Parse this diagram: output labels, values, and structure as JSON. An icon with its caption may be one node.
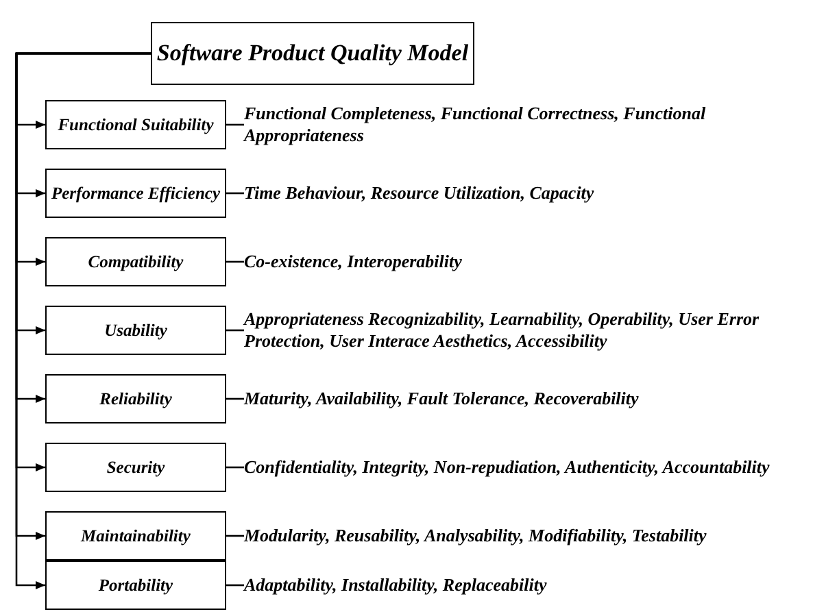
{
  "diagram": {
    "nodes": [
      {
        "text": [
          "Software Product Quality Model"
        ]
      },
      {
        "text": [
          "Functional Suitability"
        ]
      },
      {
        "text": [
          "Functional Completeness, Functional Correctness, Functional Appropriateness"
        ]
      },
      {
        "text": [
          "Performance Efficiency"
        ]
      },
      {
        "text": [
          "Time Behaviour, Resource Utilization, Capacity"
        ]
      },
      {
        "text": [
          "Compatibility"
        ]
      },
      {
        "text": [
          "Co-existence, Interoperability"
        ]
      },
      {
        "text": [
          "Usability"
        ]
      },
      {
        "text": [
          "Appropriateness Recognizability, Learnability, Operability, User Error Protection, User Interace Aesthetics, Accessibility"
        ]
      },
      {
        "text": [
          "Reliability"
        ]
      },
      {
        "text": [
          "Maturity, Availability, Fault Tolerance, Recoverability"
        ]
      },
      {
        "text": [
          "Security"
        ]
      },
      {
        "text": [
          "Confidentiality, Integrity, Non-repudiation, Authenticity, Accountability"
        ]
      },
      {
        "text": [
          "Maintainability"
        ]
      },
      {
        "text": [
          "Modularity, Reusability, Analysability, Modifiability, Testability"
        ]
      },
      {
        "text": [
          "Portability"
        ]
      },
      {
        "text": [
          "Adaptability, Installability, Replaceability"
        ]
      }
    ],
    "edges": [
      {
        "from": 0,
        "to": 1,
        "arrow": "to"
      },
      {
        "from": 1,
        "to": 2,
        "arrow": "none"
      },
      {
        "from": 0,
        "to": 3,
        "arrow": "to"
      },
      {
        "from": 3,
        "to": 4,
        "arrow": "none"
      },
      {
        "from": 0,
        "to": 5,
        "arrow": "to"
      },
      {
        "from": 5,
        "to": 6,
        "arrow": "none"
      },
      {
        "from": 0,
        "to": 7,
        "arrow": "to"
      },
      {
        "from": 7,
        "to": 8,
        "arrow": "none"
      },
      {
        "from": 0,
        "to": 9,
        "arrow": "to"
      },
      {
        "from": 9,
        "to": 10,
        "arrow": "none"
      },
      {
        "from": 0,
        "to": 11,
        "arrow": "to"
      },
      {
        "from": 11,
        "to": 12,
        "arrow": "none"
      },
      {
        "from": 0,
        "to": 13,
        "arrow": "to"
      },
      {
        "from": 13,
        "to": 14,
        "arrow": "none"
      },
      {
        "from": 0,
        "to": 15,
        "arrow": "to"
      },
      {
        "from": 15,
        "to": 16,
        "arrow": "none"
      }
    ]
  }
}
